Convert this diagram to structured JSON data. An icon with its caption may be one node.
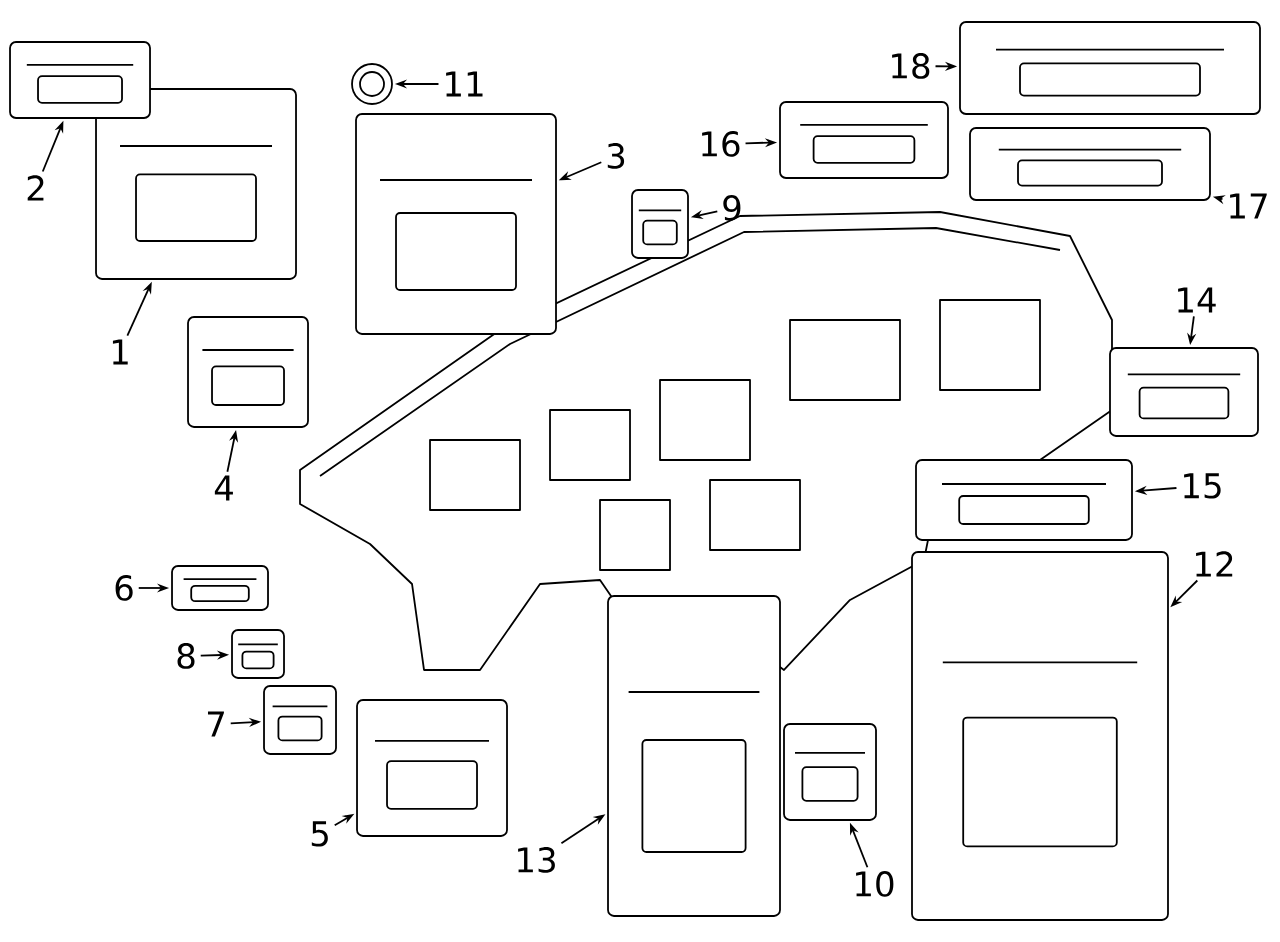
{
  "diagram": {
    "nodes": [
      {
        "text": [
          "1"
        ]
      },
      {
        "text": [
          "2"
        ]
      },
      {
        "text": [
          "3"
        ]
      },
      {
        "text": [
          "4"
        ]
      },
      {
        "text": [
          "5"
        ]
      },
      {
        "text": [
          "6"
        ]
      },
      {
        "text": [
          "7"
        ]
      },
      {
        "text": [
          "8"
        ]
      },
      {
        "text": [
          "9"
        ]
      },
      {
        "text": [
          "10"
        ]
      },
      {
        "text": [
          "11"
        ]
      },
      {
        "text": [
          "12"
        ]
      },
      {
        "text": [
          "13"
        ]
      },
      {
        "text": [
          "14"
        ]
      },
      {
        "text": [
          "15"
        ]
      },
      {
        "text": [
          "16"
        ]
      },
      {
        "text": [
          "17"
        ]
      },
      {
        "text": [
          "18"
        ]
      },
      {
        "text": [],
        "shape": "picture"
      },
      {
        "text": [],
        "shape": "picture"
      },
      {
        "text": [],
        "shape": "picture"
      },
      {
        "text": [],
        "shape": "picture"
      },
      {
        "text": [],
        "shape": "picture"
      },
      {
        "text": [],
        "shape": "picture"
      },
      {
        "text": [],
        "shape": "picture"
      },
      {
        "text": [],
        "shape": "picture"
      },
      {
        "text": [],
        "shape": "picture"
      },
      {
        "text": [],
        "shape": "picture"
      },
      {
        "text": [],
        "shape": "circle"
      },
      {
        "text": [],
        "shape": "picture"
      },
      {
        "text": [],
        "shape": "picture"
      },
      {
        "text": [],
        "shape": "picture"
      },
      {
        "text": [],
        "shape": "picture"
      },
      {
        "text": [],
        "shape": "picture"
      },
      {
        "text": [],
        "shape": "picture"
      },
      {
        "text": [],
        "shape": "picture"
      }
    ],
    "edges": [
      {
        "from": 0,
        "to": 18,
        "arrow": "to"
      },
      {
        "from": 1,
        "to": 19,
        "arrow": "to"
      },
      {
        "from": 2,
        "to": 20,
        "arrow": "to"
      },
      {
        "from": 3,
        "to": 21,
        "arrow": "to"
      },
      {
        "from": 4,
        "to": 22,
        "arrow": "to"
      },
      {
        "from": 5,
        "to": 23,
        "arrow": "to"
      },
      {
        "from": 6,
        "to": 24,
        "arrow": "to"
      },
      {
        "from": 7,
        "to": 25,
        "arrow": "to"
      },
      {
        "from": 8,
        "to": 26,
        "arrow": "to"
      },
      {
        "from": 9,
        "to": 27,
        "arrow": "to"
      },
      {
        "from": 10,
        "to": 28,
        "arrow": "to"
      },
      {
        "from": 11,
        "to": 29,
        "arrow": "to"
      },
      {
        "from": 12,
        "to": 30,
        "arrow": "to"
      },
      {
        "from": 13,
        "to": 31,
        "arrow": "to"
      },
      {
        "from": 14,
        "to": 32,
        "arrow": "to"
      },
      {
        "from": 15,
        "to": 33,
        "arrow": "to"
      },
      {
        "from": 16,
        "to": 34,
        "arrow": "to"
      },
      {
        "from": 17,
        "to": 35,
        "arrow": "to"
      }
    ]
  }
}
